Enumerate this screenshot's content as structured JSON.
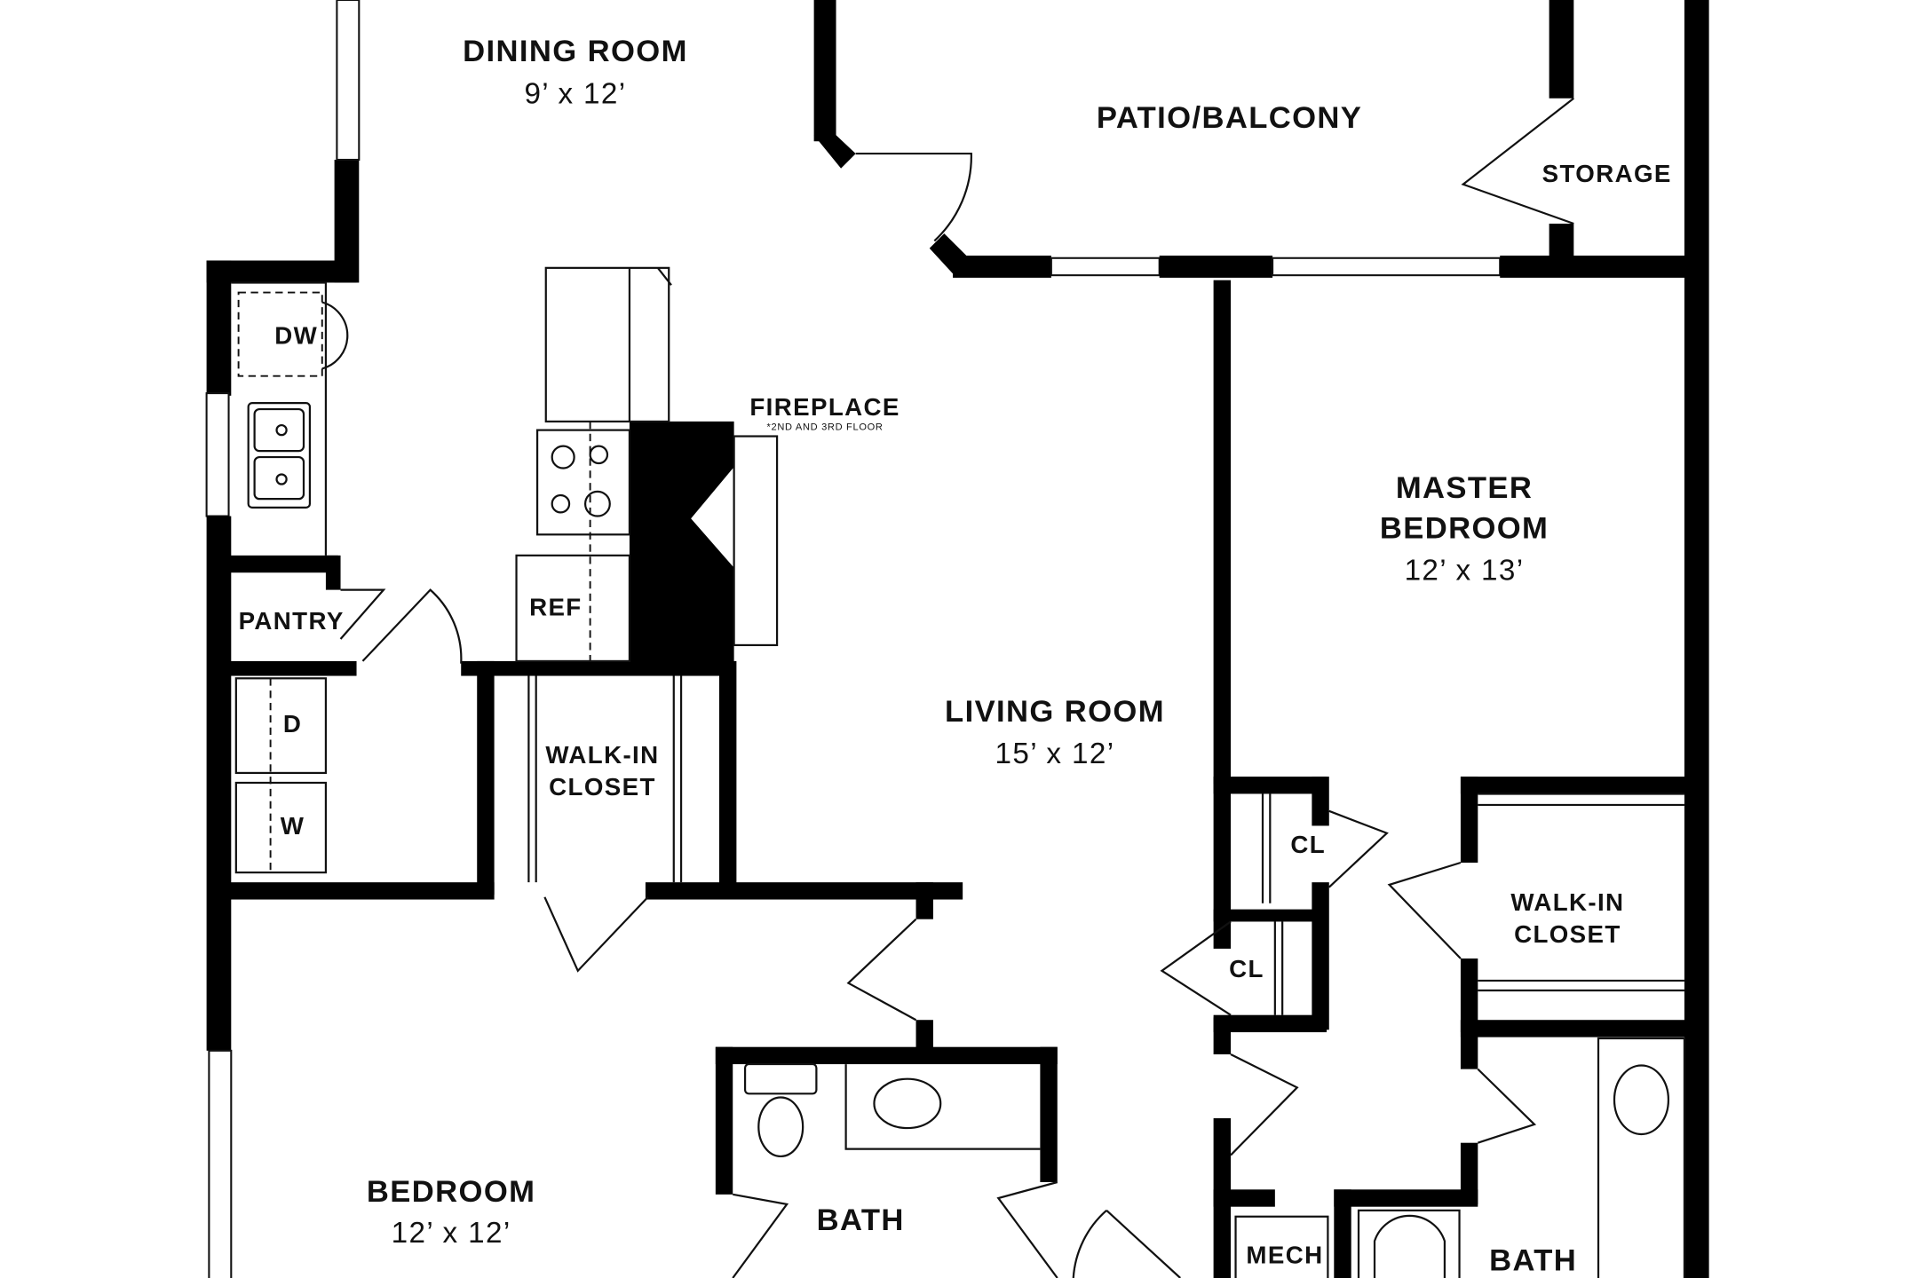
{
  "rooms": {
    "dining": {
      "name": "DINING ROOM",
      "size": "9’ x 12’"
    },
    "patio": {
      "name": "PATIO/BALCONY"
    },
    "storage": {
      "name": "STORAGE"
    },
    "master": {
      "name_line1": "MASTER",
      "name_line2": "BEDROOM",
      "size": "12’ x 13’"
    },
    "living": {
      "name": "LIVING ROOM",
      "size": "15’ x 12’"
    },
    "bedroom": {
      "name": "BEDROOM",
      "size": "12’ x 12’"
    },
    "walkin1": {
      "line1": "WALK-IN",
      "line2": "CLOSET"
    },
    "walkin2": {
      "line1": "WALK-IN",
      "line2": "CLOSET"
    },
    "bath1": {
      "name": "BATH"
    },
    "bath2": {
      "name": "BATH"
    },
    "mech": {
      "name": "MECH"
    },
    "pantry": {
      "name": "PANTRY"
    },
    "closet1": {
      "name": "CL"
    },
    "closet2": {
      "name": "CL"
    }
  },
  "fixtures": {
    "dishwasher": "DW",
    "refrigerator": "REF",
    "dryer": "D",
    "washer": "W",
    "fireplace": "FIREPLACE",
    "fireplace_note": "*2ND AND 3RD FLOOR"
  }
}
